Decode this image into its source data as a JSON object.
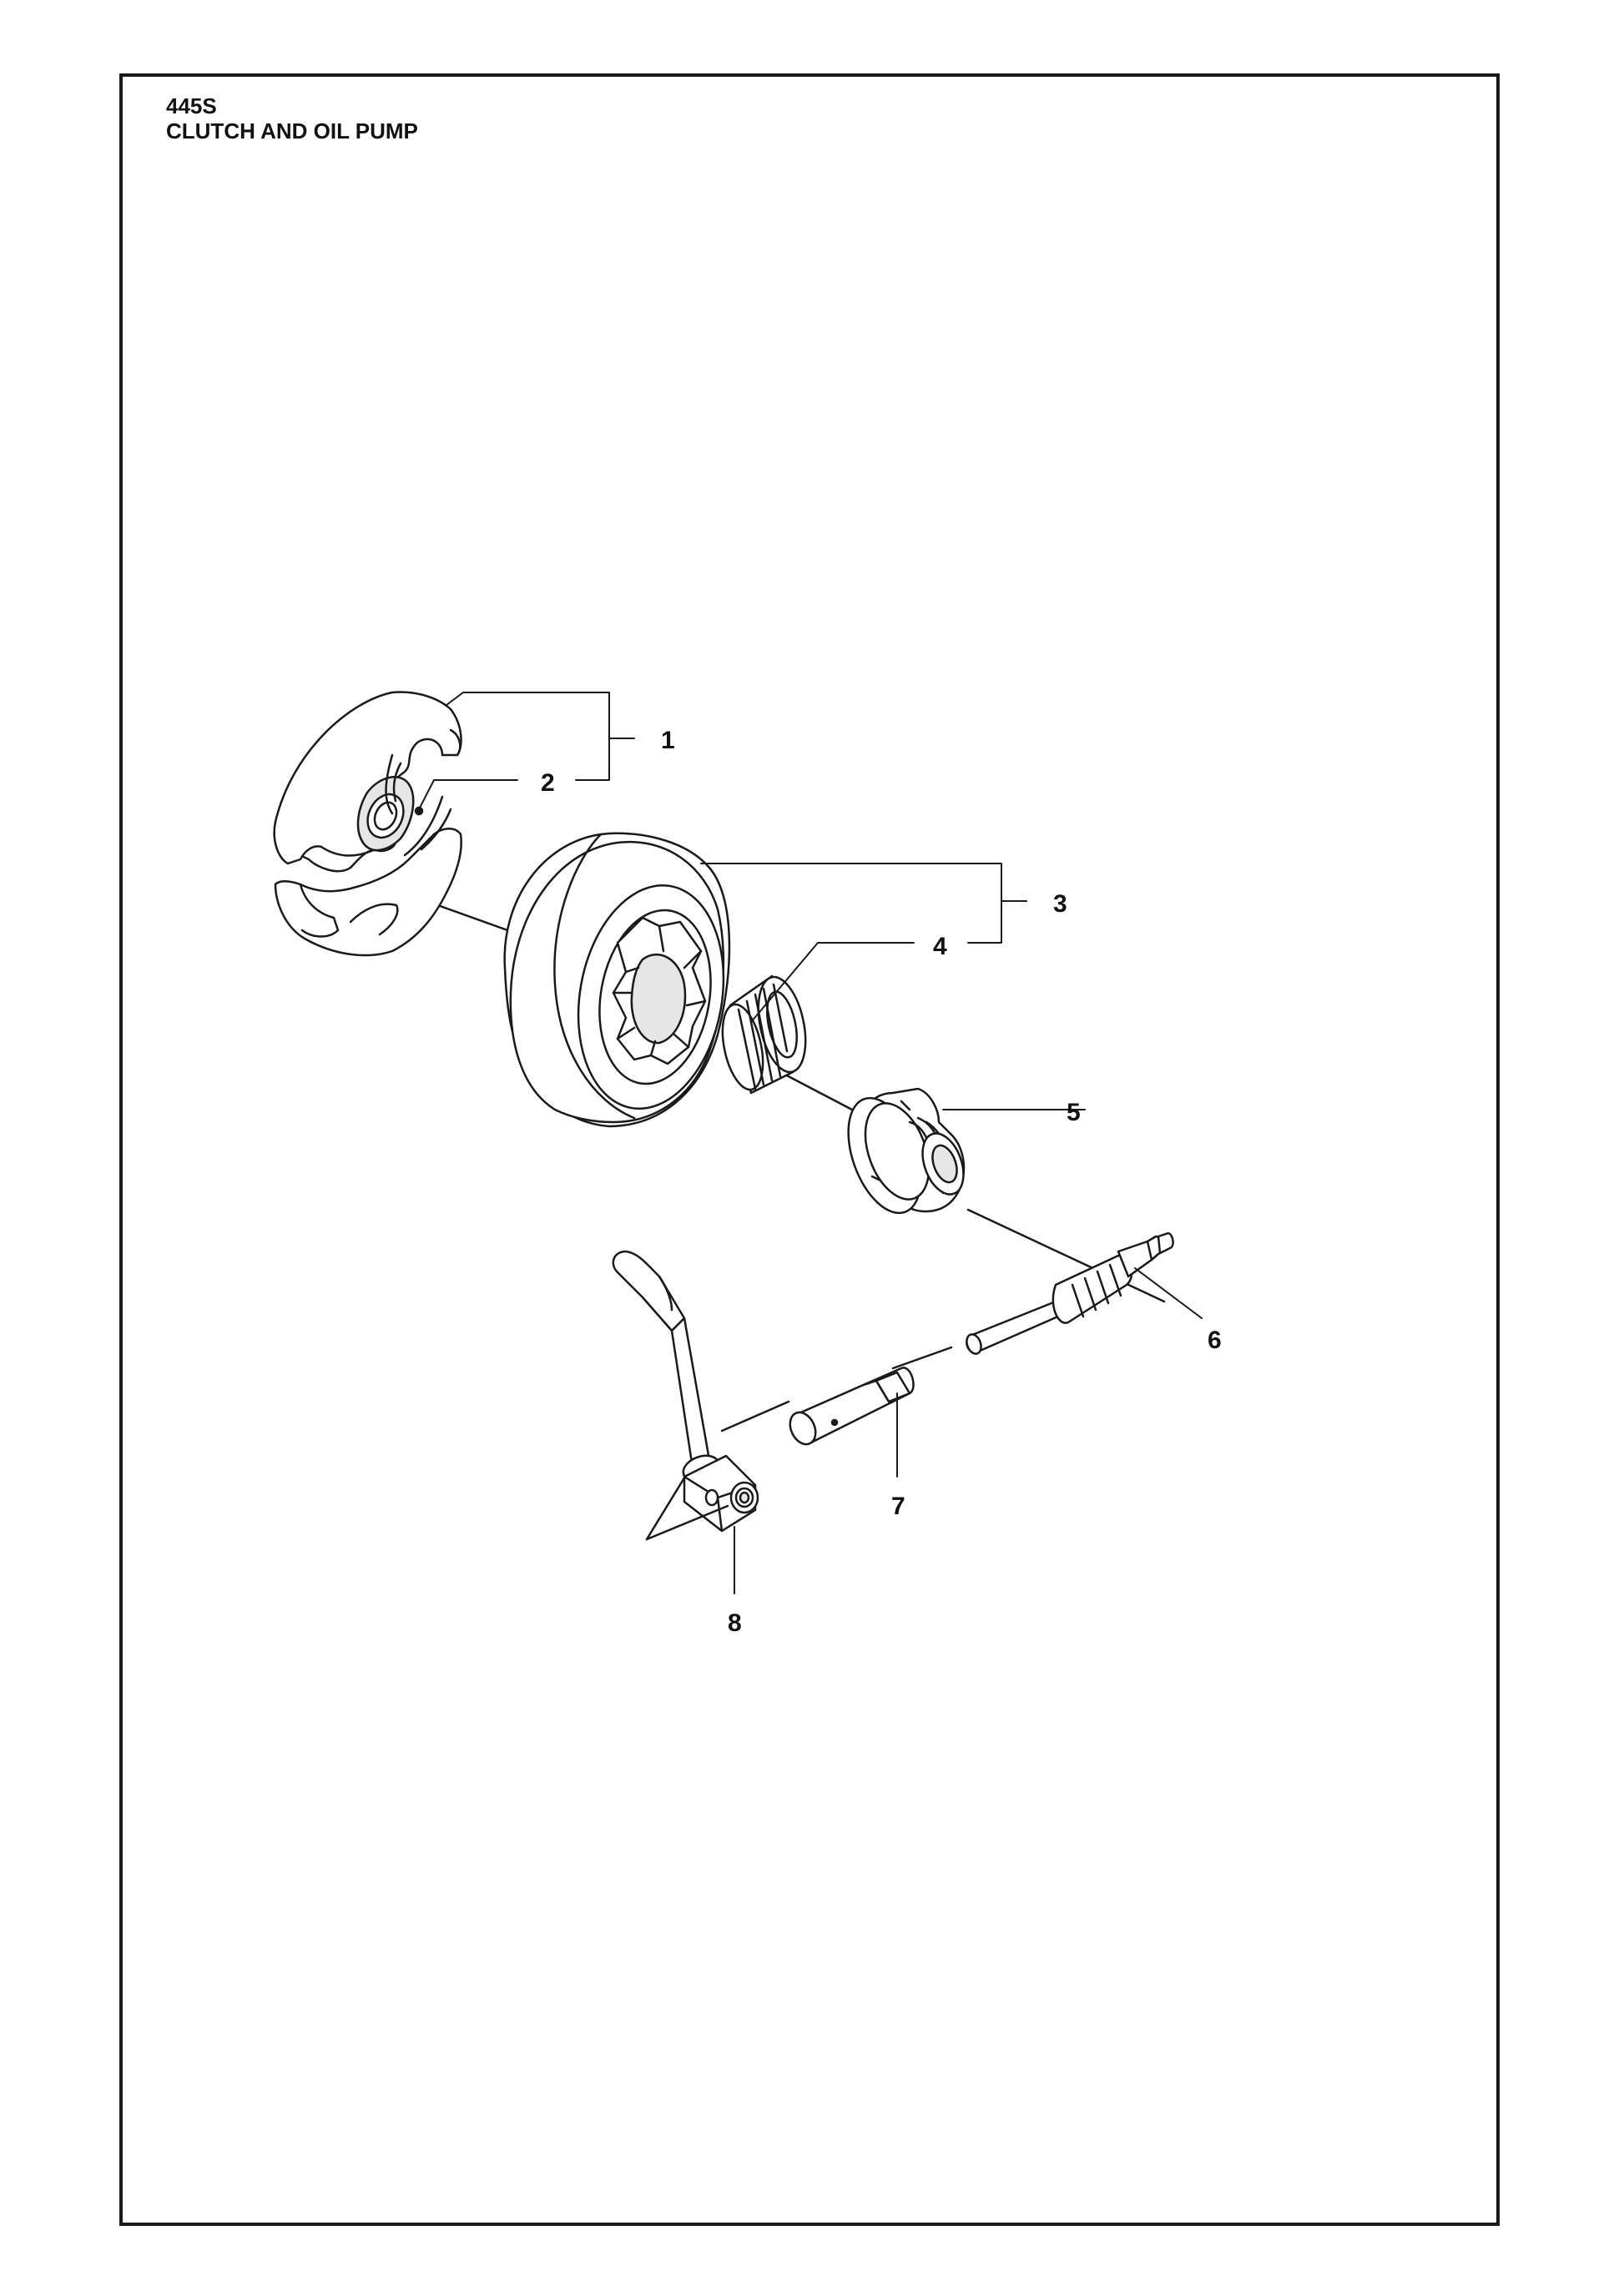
{
  "header": {
    "model": "445S",
    "section_title": "CLUTCH AND OIL PUMP"
  },
  "callouts": {
    "c1": "1",
    "c2": "2",
    "c3": "3",
    "c4": "4",
    "c5": "5",
    "c6": "6",
    "c7": "7",
    "c8": "8"
  },
  "colors": {
    "line": "#1a1a1a",
    "fill": "#ffffff",
    "shade": "#e6e6e6"
  }
}
